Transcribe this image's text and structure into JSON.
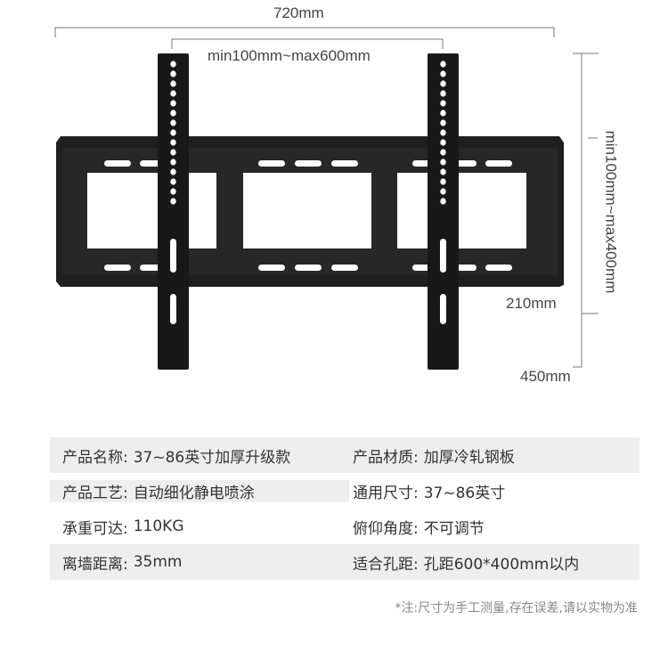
{
  "diagram": {
    "total_width_label": "720mm",
    "rail_spacing_label": "min100mm~max600mm",
    "vertical_spacing_label": "min100mm~max400mm",
    "frame_height_label": "210mm",
    "rail_height_label": "450mm",
    "product_color": "#1f1f1f"
  },
  "specs": {
    "rows": [
      [
        {
          "key": "产品名称:",
          "value": "37~86英寸加厚升级款"
        },
        {
          "key": "产品材质:",
          "value": "加厚冷轧钢板"
        }
      ],
      [
        {
          "key": "产品工艺:",
          "value": "自动细化静电喷涂"
        },
        {
          "key": "通用尺寸:",
          "value": "37~86英寸"
        }
      ],
      [
        {
          "key": "承重可达:",
          "value": "110KG"
        },
        {
          "key": "俯仰角度:",
          "value": "不可调节"
        }
      ],
      [
        {
          "key": "离墙距离:",
          "value": "35mm"
        },
        {
          "key": "适合孔距:",
          "value": "孔距600*400mm以内"
        }
      ]
    ]
  },
  "note": "*注:尺寸为手工测量,存在误差,请以实物为准"
}
